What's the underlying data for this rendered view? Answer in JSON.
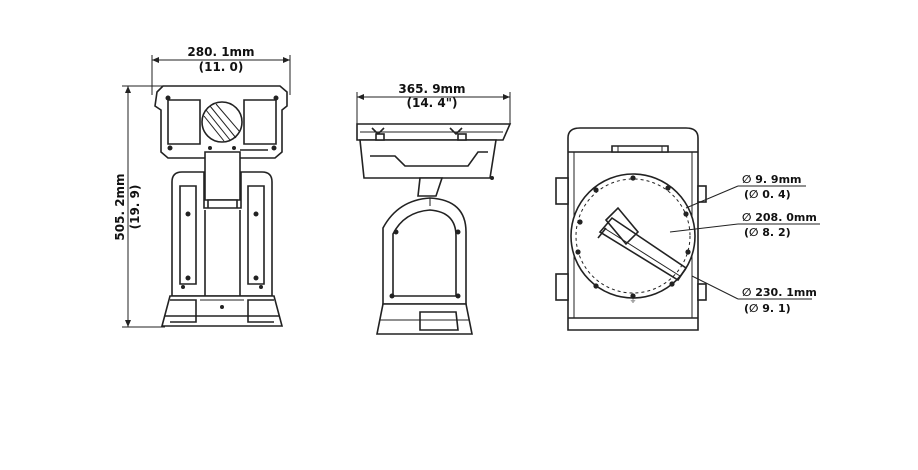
{
  "dimensions": {
    "front_width": {
      "mm": "280. 1mm",
      "inch": "(11. 0)"
    },
    "front_height": {
      "mm": "505. 2mm",
      "inch": "(19. 9)"
    },
    "side_width": {
      "mm": "365. 9mm",
      "inch": "(14. 4\")"
    },
    "hole_dia": {
      "mm": "∅ 9. 9mm",
      "inch": "(∅ 0. 4)"
    },
    "bolt_circle_dia": {
      "mm": "∅ 208. 0mm",
      "inch": "(∅ 8. 2)"
    },
    "flange_dia": {
      "mm": "∅ 230. 1mm",
      "inch": "(∅ 9. 1)"
    }
  },
  "colors": {
    "line": "#222222",
    "background": "#ffffff"
  }
}
